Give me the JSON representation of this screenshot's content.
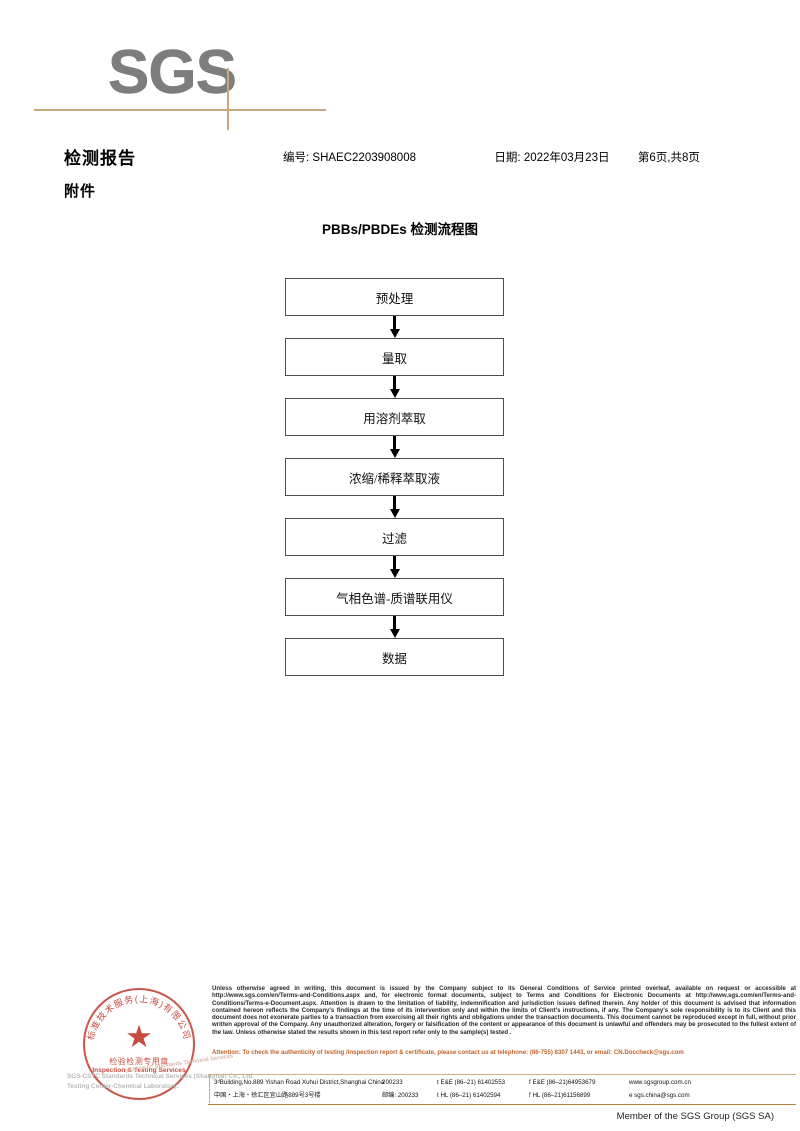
{
  "brand": {
    "logo_text": "SGS",
    "logo_color": "#7d7d7d",
    "rule_color": "#c9a77c"
  },
  "header": {
    "title": "检测报告",
    "subtitle": "附件",
    "report_no_label": "编号:",
    "report_no": "SHAEC2203908008",
    "date_label": "日期:",
    "date": "2022年03月23日",
    "page_info": "第6页,共8页"
  },
  "flowchart": {
    "title": "PBBs/PBDEs 检测流程图",
    "steps": [
      {
        "label": "预处理"
      },
      {
        "label": "量取"
      },
      {
        "label": "用溶剂萃取"
      },
      {
        "label": "浓缩/稀释萃取液"
      },
      {
        "label": "过滤"
      },
      {
        "label": "气相色谱-质谱联用仪"
      },
      {
        "label": "数据"
      }
    ]
  },
  "seal": {
    "arc_text": "标准技术服务(上海)有限公司",
    "center_cn": "检验检测专用章",
    "center_en": "Inspection & Testing Services",
    "star": "★",
    "color": "#c0392b",
    "ghost_text": "SGS-CSTC Standards Technical Services (Shanghai) Co., Ltd. Testing Center-Chemical Laboratory.",
    "ghost_overlay": "SGS-CSTC Standards Technical Services"
  },
  "footer": {
    "legal": "Unless otherwise agreed in writing, this document is issued by the Company subject to its General Conditions of Service printed overleaf, available on request or accessible at http://www.sgs.com/en/Terms-and-Conditions.aspx and, for electronic format documents, subject to Terms and Conditions for Electronic Documents at http://www.sgs.com/en/Terms-and-Conditions/Terms-e-Document.aspx. Attention is drawn to the limitation of liability, indemnification and jurisdiction issues defined therein. Any holder of this document is advised that information contained hereon reflects the Company's findings at the time of its intervention only and within the limits of Client's instructions, if any. The Company's sole responsibility is to its Client and this document does not exonerate parties to a transaction from exercising all their rights and obligations under the transaction documents. This document cannot be reproduced except in full, without prior written approval of the Company. Any unauthorized alteration, forgery or falsification of the content or appearance of this document is unlawful and offenders may be prosecuted to the fullest extent of the law. Unless otherwise stated the results shown in this test report refer only to the sample(s) tested .",
    "attention": "Attention: To check the authenticity of testing /inspection report & certificate, please contact us at telephone: (86-755) 8307 1443, or email: CN.Doccheck@sgs.com",
    "attention_color": "#c0622a",
    "address_en": "3ᵈBuilding,No.889 Yishan Road Xuhui District,Shanghai China",
    "address_cn": "中国・上海・徐汇区宜山路889号3号楼",
    "zip_en": "200233",
    "zip_cn_label": "邮编:",
    "zip_cn": "200233",
    "tel_ee": "t E&E (86–21) 61402553",
    "fax_ee": "f E&E (86–21)64953679",
    "tel_hl": "t HL (86–21) 61402594",
    "fax_hl": "f HL (86–21)61156899",
    "website": "www.sgsgroup.com.cn",
    "email": "e  sgs.china@sgs.com",
    "member_line": "Member of the SGS Group (SGS SA)"
  }
}
